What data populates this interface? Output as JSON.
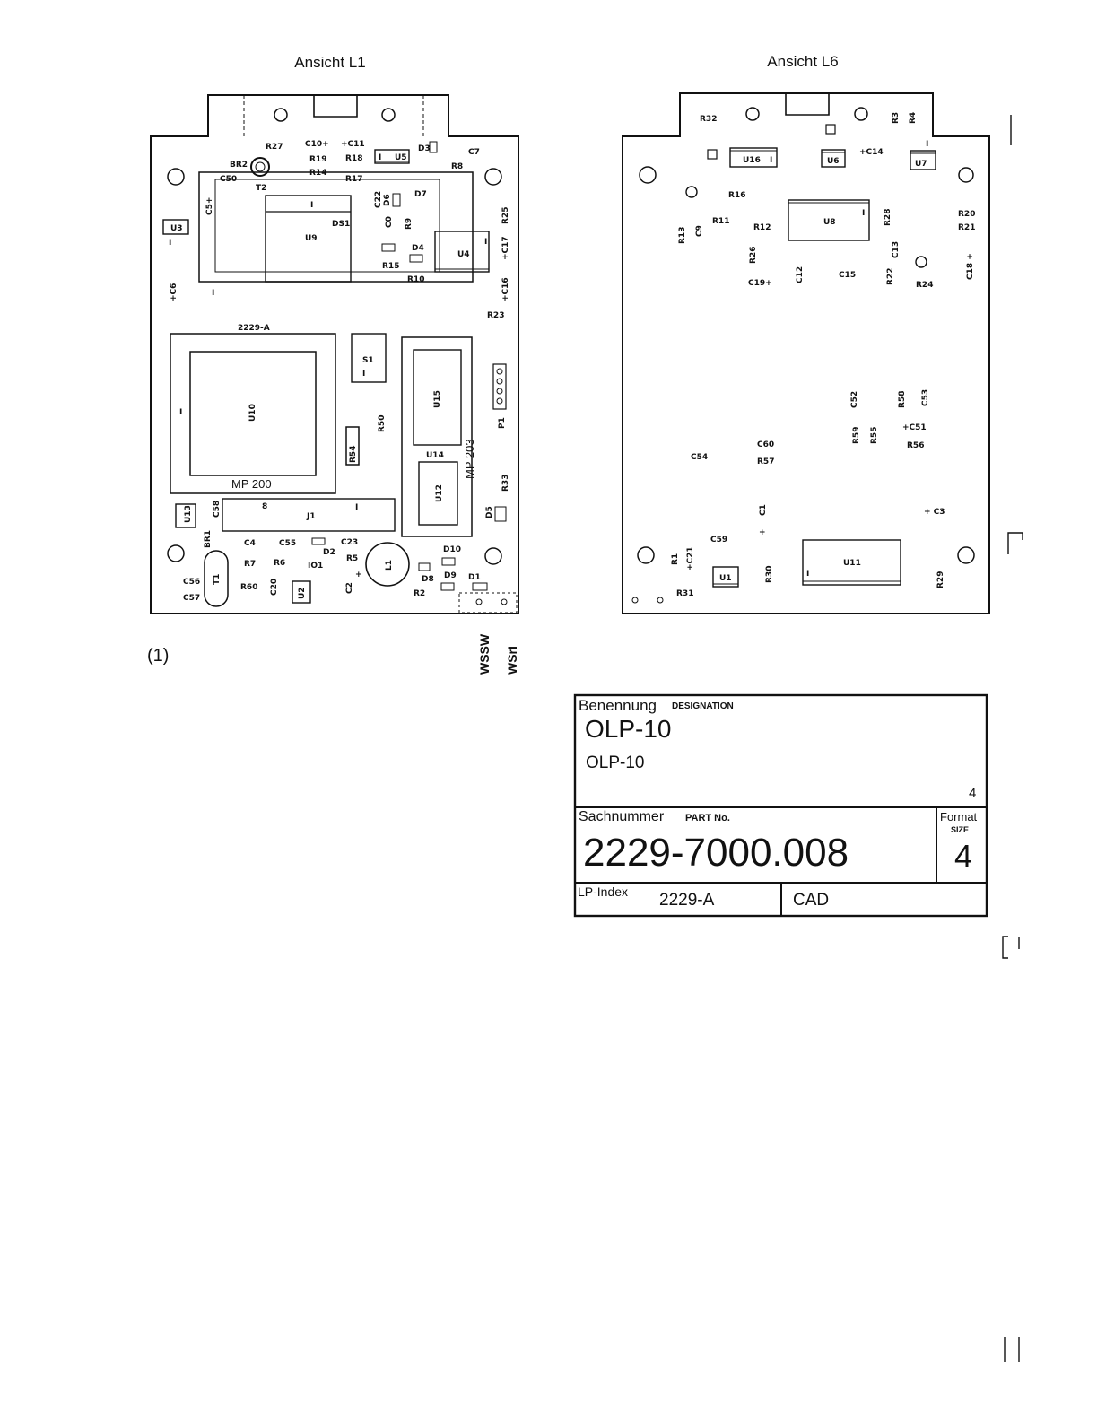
{
  "views": {
    "left_title": "Ansicht L1",
    "right_title": "Ansicht L6"
  },
  "left_board": {
    "labels": {
      "R27": "R27",
      "C10p": "C10+",
      "C11p": "+C11",
      "R19": "R19",
      "R18": "R18",
      "R14": "R14",
      "U5": "U5",
      "U5_pin": "I",
      "D3": "D3",
      "C7": "C7",
      "R8": "R8",
      "BR2": "BR2",
      "C50": "C50",
      "T2": "T2",
      "R17": "R17",
      "C5": "C5+",
      "C22": "C22",
      "D6": "D6",
      "D7": "D7",
      "U9_pin": "I",
      "DS1": "DS1",
      "U9": "U9",
      "C0": "C0",
      "R9": "R9",
      "D4": "D4",
      "R15": "R15",
      "R10": "R10",
      "U3": "U3",
      "U3_pin": "I",
      "U4": "U4",
      "U4_pin": "I",
      "R25": "R25",
      "C17": "+C17",
      "C6": "+C6",
      "pin1": "I",
      "C16": "+C16",
      "R23": "R23",
      "board_id": "2229-A",
      "U10_pin": "I",
      "U10": "U10",
      "MP200": "MP 200",
      "S1": "S1",
      "S1_pin": "I",
      "R50": "R50",
      "R54": "R54",
      "U15": "U15",
      "P1": "P1",
      "MP203": "MP 203",
      "U14": "U14",
      "U12": "U12",
      "R33": "R33",
      "U13": "U13",
      "C58": "C58",
      "J1_pin8": "8",
      "J1": "J1",
      "J1_pin1": "I",
      "D5": "D5",
      "BR1": "BR1",
      "C4": "C4",
      "C55": "C55",
      "C23": "C23",
      "D2": "D2",
      "D10": "D10",
      "R7": "R7",
      "R6": "R6",
      "IO1": "IO1",
      "R5": "R5",
      "L1": "L1",
      "D8": "D8",
      "D9": "D9",
      "D1": "D1",
      "C56": "C56",
      "T1": "T1",
      "C57": "C57",
      "R60": "R60",
      "C20": "C20",
      "U2": "U2",
      "C2": "C2",
      "C2p": "+",
      "R2": "R2"
    }
  },
  "right_board": {
    "labels": {
      "R32": "R32",
      "R3": "R3",
      "R4": "R4",
      "U16": "U16",
      "U16_pin": "I",
      "U6": "U6",
      "C14": "+C14",
      "U7": "U7",
      "U7_pin": "I",
      "R16": "R16",
      "R11": "R11",
      "R13": "R13",
      "C9": "C9",
      "R12": "R12",
      "U8": "U8",
      "U8_pin": "I",
      "R28": "R28",
      "R20": "R20",
      "R21": "R21",
      "R26": "R26",
      "C13": "C13",
      "C12": "C12",
      "C15": "C15",
      "R22": "R22",
      "R24": "R24",
      "C18": "C18 +",
      "C19": "C19+",
      "C52": "C52",
      "R58": "R58",
      "C53": "C53",
      "C51": "+C51",
      "R59": "R59",
      "R55": "R55",
      "R56": "R56",
      "C60": "C60",
      "R57": "R57",
      "C54": "C54",
      "C1": "C1",
      "C1p": "+",
      "C3": "+ C3",
      "C59": "C59",
      "R1": "R1",
      "C21": "+C21",
      "U1": "U1",
      "R30": "R30",
      "U11": "U11",
      "U11_pin": "I",
      "R29": "R29",
      "R31": "R31"
    }
  },
  "annotations": {
    "figure_ref": "(1)",
    "connector_a": "WSSW",
    "connector_b": "WSrI"
  },
  "title_block": {
    "designation_label": "Benennung",
    "designation_label_en": "DESIGNATION",
    "name_large": "OLP-10",
    "name_small": "OLP-10",
    "sheet_mark": "4",
    "part_label": "Sachnummer",
    "part_label_en": "PART No.",
    "part_number": "2229-7000.008",
    "format_label": "Format",
    "format_label_en": "SIZE",
    "format_value": "4",
    "lp_index_label": "LP-Index",
    "lp_index_value": "2229-A",
    "cad_label": "CAD"
  }
}
